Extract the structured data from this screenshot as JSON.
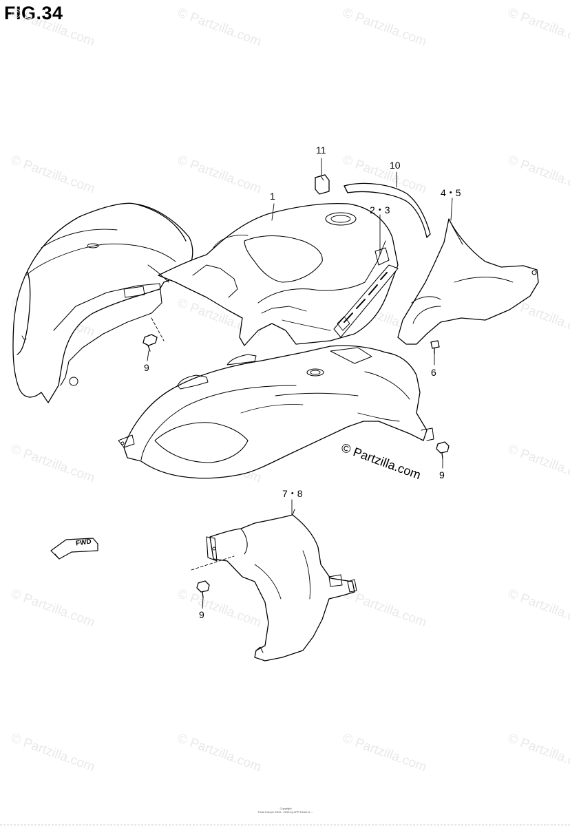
{
  "figure": {
    "title": "FIG.34"
  },
  "watermark": {
    "text": "© Partzilla.com",
    "brand_text": "© Partzilla.com"
  },
  "callouts": {
    "c1": "1",
    "c23": "2・3",
    "c45": "4・5",
    "c6": "6",
    "c78": "7・8",
    "c9a": "9",
    "c9b": "9",
    "c9c": "9",
    "c10": "10",
    "c11": "11"
  },
  "fwd_label": "FWD",
  "copyright": {
    "line1": "Copyright",
    "line2": "Parts Europe 2004 - 2005 by APR Reserve ..."
  }
}
